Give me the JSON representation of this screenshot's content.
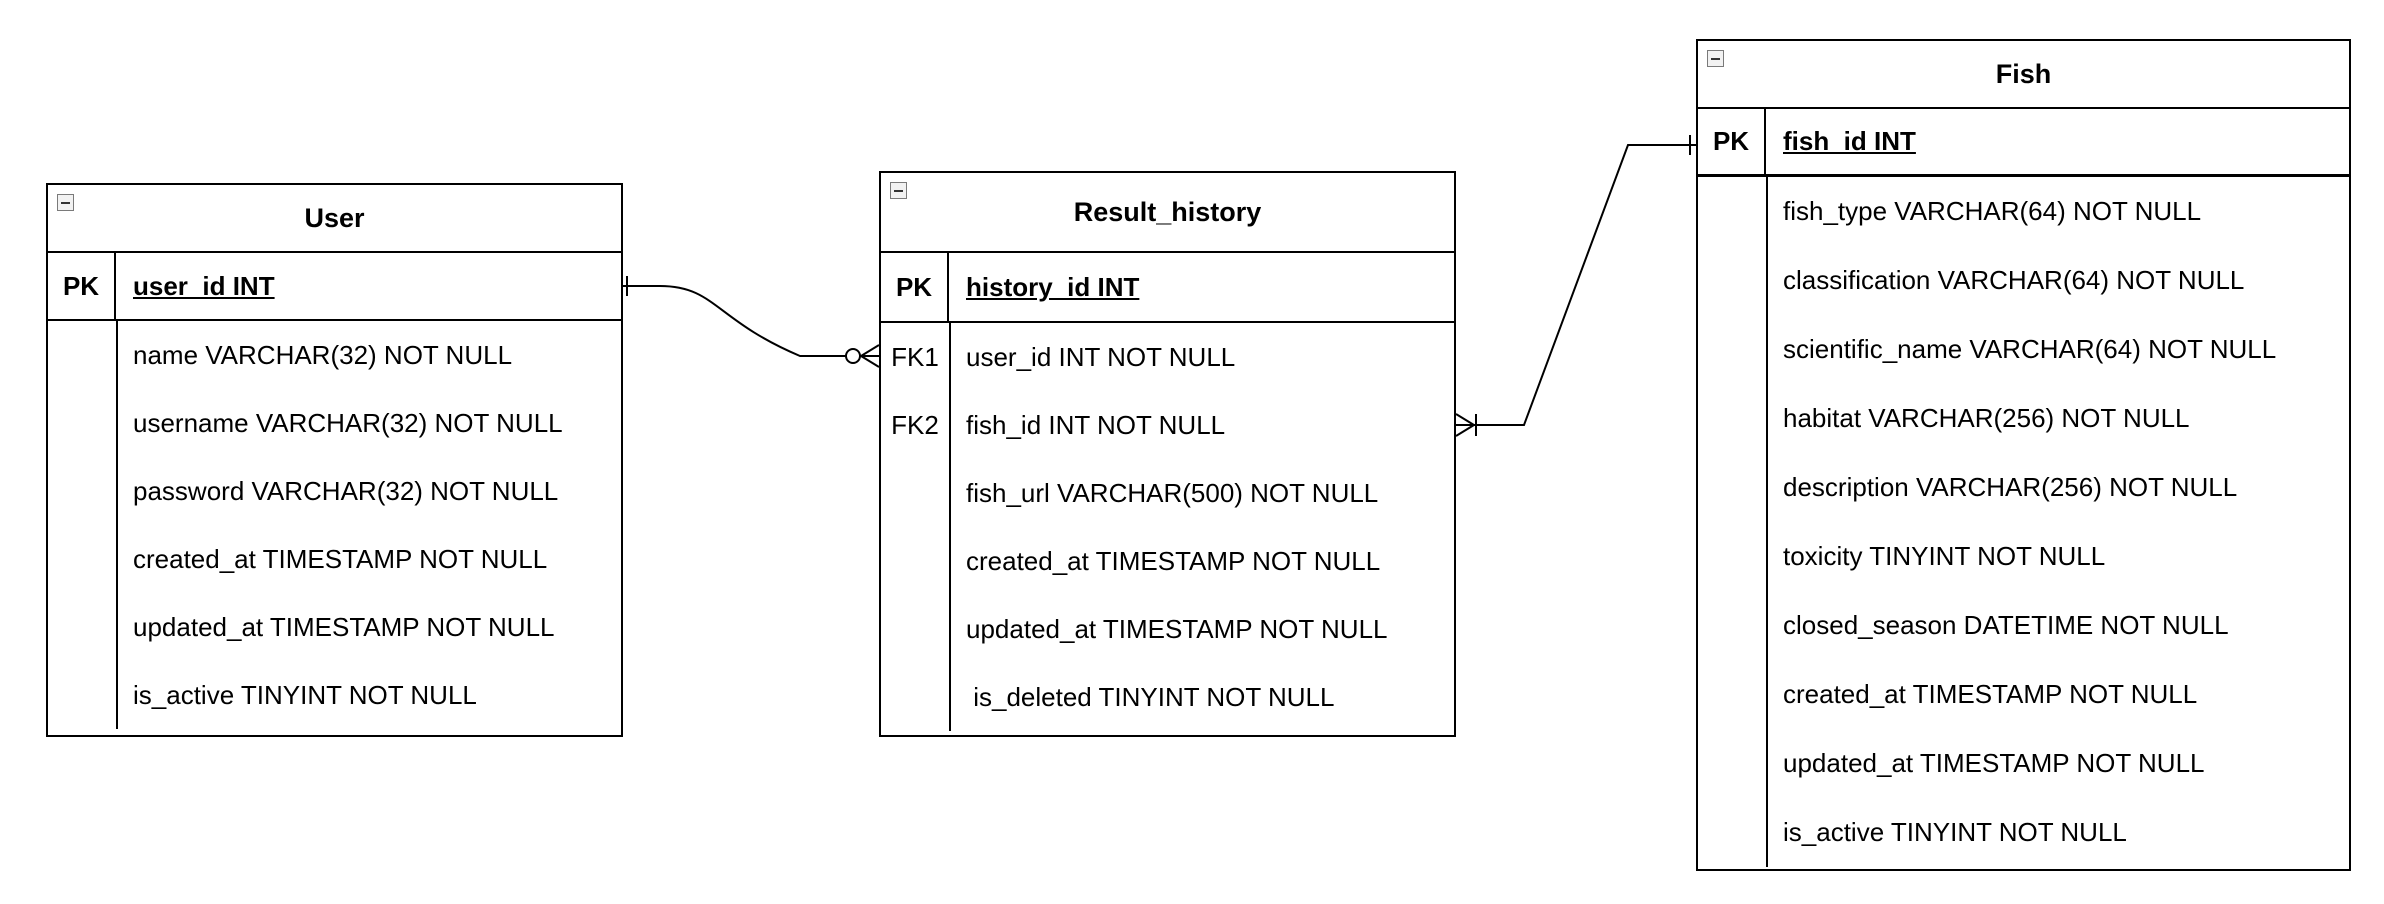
{
  "entities": {
    "user": {
      "title": "User",
      "pk": {
        "key": "PK",
        "field": "user_id INT"
      },
      "attributes": [
        {
          "key": "",
          "field": "name VARCHAR(32) NOT NULL"
        },
        {
          "key": "",
          "field": "username VARCHAR(32) NOT NULL"
        },
        {
          "key": "",
          "field": "password VARCHAR(32) NOT NULL"
        },
        {
          "key": "",
          "field": "created_at TIMESTAMP NOT NULL"
        },
        {
          "key": "",
          "field": "updated_at TIMESTAMP NOT NULL"
        },
        {
          "key": "",
          "field": "is_active TINYINT NOT NULL"
        }
      ]
    },
    "result_history": {
      "title": "Result_history",
      "pk": {
        "key": "PK",
        "field": "history_id INT"
      },
      "attributes": [
        {
          "key": "FK1",
          "field": "user_id INT NOT NULL"
        },
        {
          "key": "FK2",
          "field": "fish_id INT NOT NULL"
        },
        {
          "key": "",
          "field": "fish_url VARCHAR(500) NOT NULL"
        },
        {
          "key": "",
          "field": "created_at TIMESTAMP NOT NULL"
        },
        {
          "key": "",
          "field": "updated_at TIMESTAMP NOT NULL"
        },
        {
          "key": "",
          "field": " is_deleted TINYINT NOT NULL"
        }
      ]
    },
    "fish": {
      "title": "Fish",
      "pk": {
        "key": "PK",
        "field": "fish_id INT"
      },
      "attributes": [
        {
          "key": "",
          "field": "fish_type VARCHAR(64) NOT NULL"
        },
        {
          "key": "",
          "field": "classification VARCHAR(64) NOT NULL"
        },
        {
          "key": "",
          "field": "scientific_name VARCHAR(64) NOT NULL"
        },
        {
          "key": "",
          "field": "habitat VARCHAR(256) NOT NULL"
        },
        {
          "key": "",
          "field": "description VARCHAR(256) NOT NULL"
        },
        {
          "key": "",
          "field": "toxicity TINYINT NOT NULL"
        },
        {
          "key": "",
          "field": "closed_season DATETIME NOT NULL"
        },
        {
          "key": "",
          "field": "created_at TIMESTAMP NOT NULL"
        },
        {
          "key": "",
          "field": "updated_at TIMESTAMP NOT NULL"
        },
        {
          "key": "",
          "field": "is_active TINYINT NOT NULL"
        }
      ]
    }
  },
  "relationships": [
    {
      "from": "User.user_id",
      "from_end": "one",
      "to": "Result_history.user_id",
      "to_end": "zero-or-many"
    },
    {
      "from": "Fish.fish_id",
      "from_end": "one",
      "to": "Result_history.fish_id",
      "to_end": "one-or-many"
    }
  ],
  "colors": {
    "line": "#000000",
    "background": "#ffffff",
    "toggle_fill": "#f2f2f2",
    "toggle_border": "#7a7a7a"
  },
  "icons": {
    "collapse_toggle": "minus-square-icon"
  }
}
